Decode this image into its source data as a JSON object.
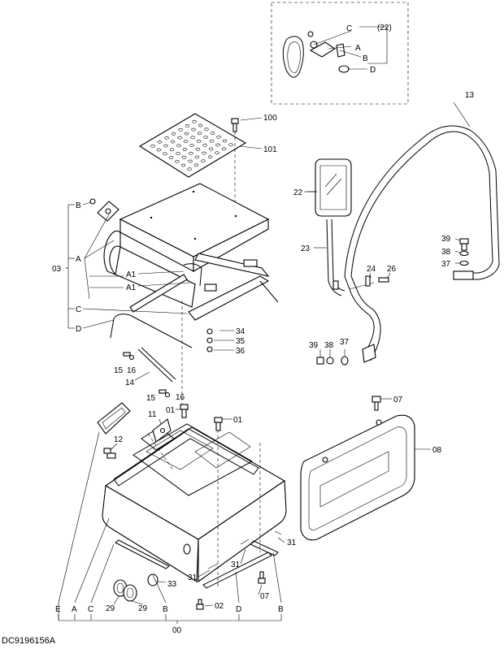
{
  "document_code": "DC9196156A",
  "callouts": {
    "c100": "100",
    "c101": "101",
    "c13": "13",
    "c22": "22",
    "c23": "23",
    "c24": "24",
    "c26": "26",
    "c39a": "39",
    "c38a": "38",
    "c37a": "37",
    "c39b": "39",
    "c38b": "38",
    "c37b": "37",
    "c34": "34",
    "c35": "35",
    "c36": "36",
    "c15a": "15",
    "c16a": "16",
    "c14": "14",
    "c15b": "15",
    "c16b": "16",
    "c01a": "01",
    "c01b": "01",
    "c11": "11",
    "c12": "12",
    "c07a": "07",
    "c08": "08",
    "c31a": "31",
    "c31b": "31",
    "c31c": "31",
    "c33": "33",
    "c07b": "07",
    "c29a": "29",
    "c29b": "29",
    "c02": "02",
    "c00": "00",
    "c03": "03"
  },
  "inset": {
    "group": "(22)",
    "A": "A",
    "B": "B",
    "C": "C",
    "D": "D"
  },
  "letters": {
    "left_B": "B",
    "left_A": "A",
    "left_A1a": "A1",
    "left_A1b": "A1",
    "left_C": "C",
    "left_D": "D",
    "bottom_E": "E",
    "bottom_A": "A",
    "bottom_C": "C",
    "bottom_B1": "B",
    "bottom_D": "D",
    "bottom_B2": "B"
  }
}
